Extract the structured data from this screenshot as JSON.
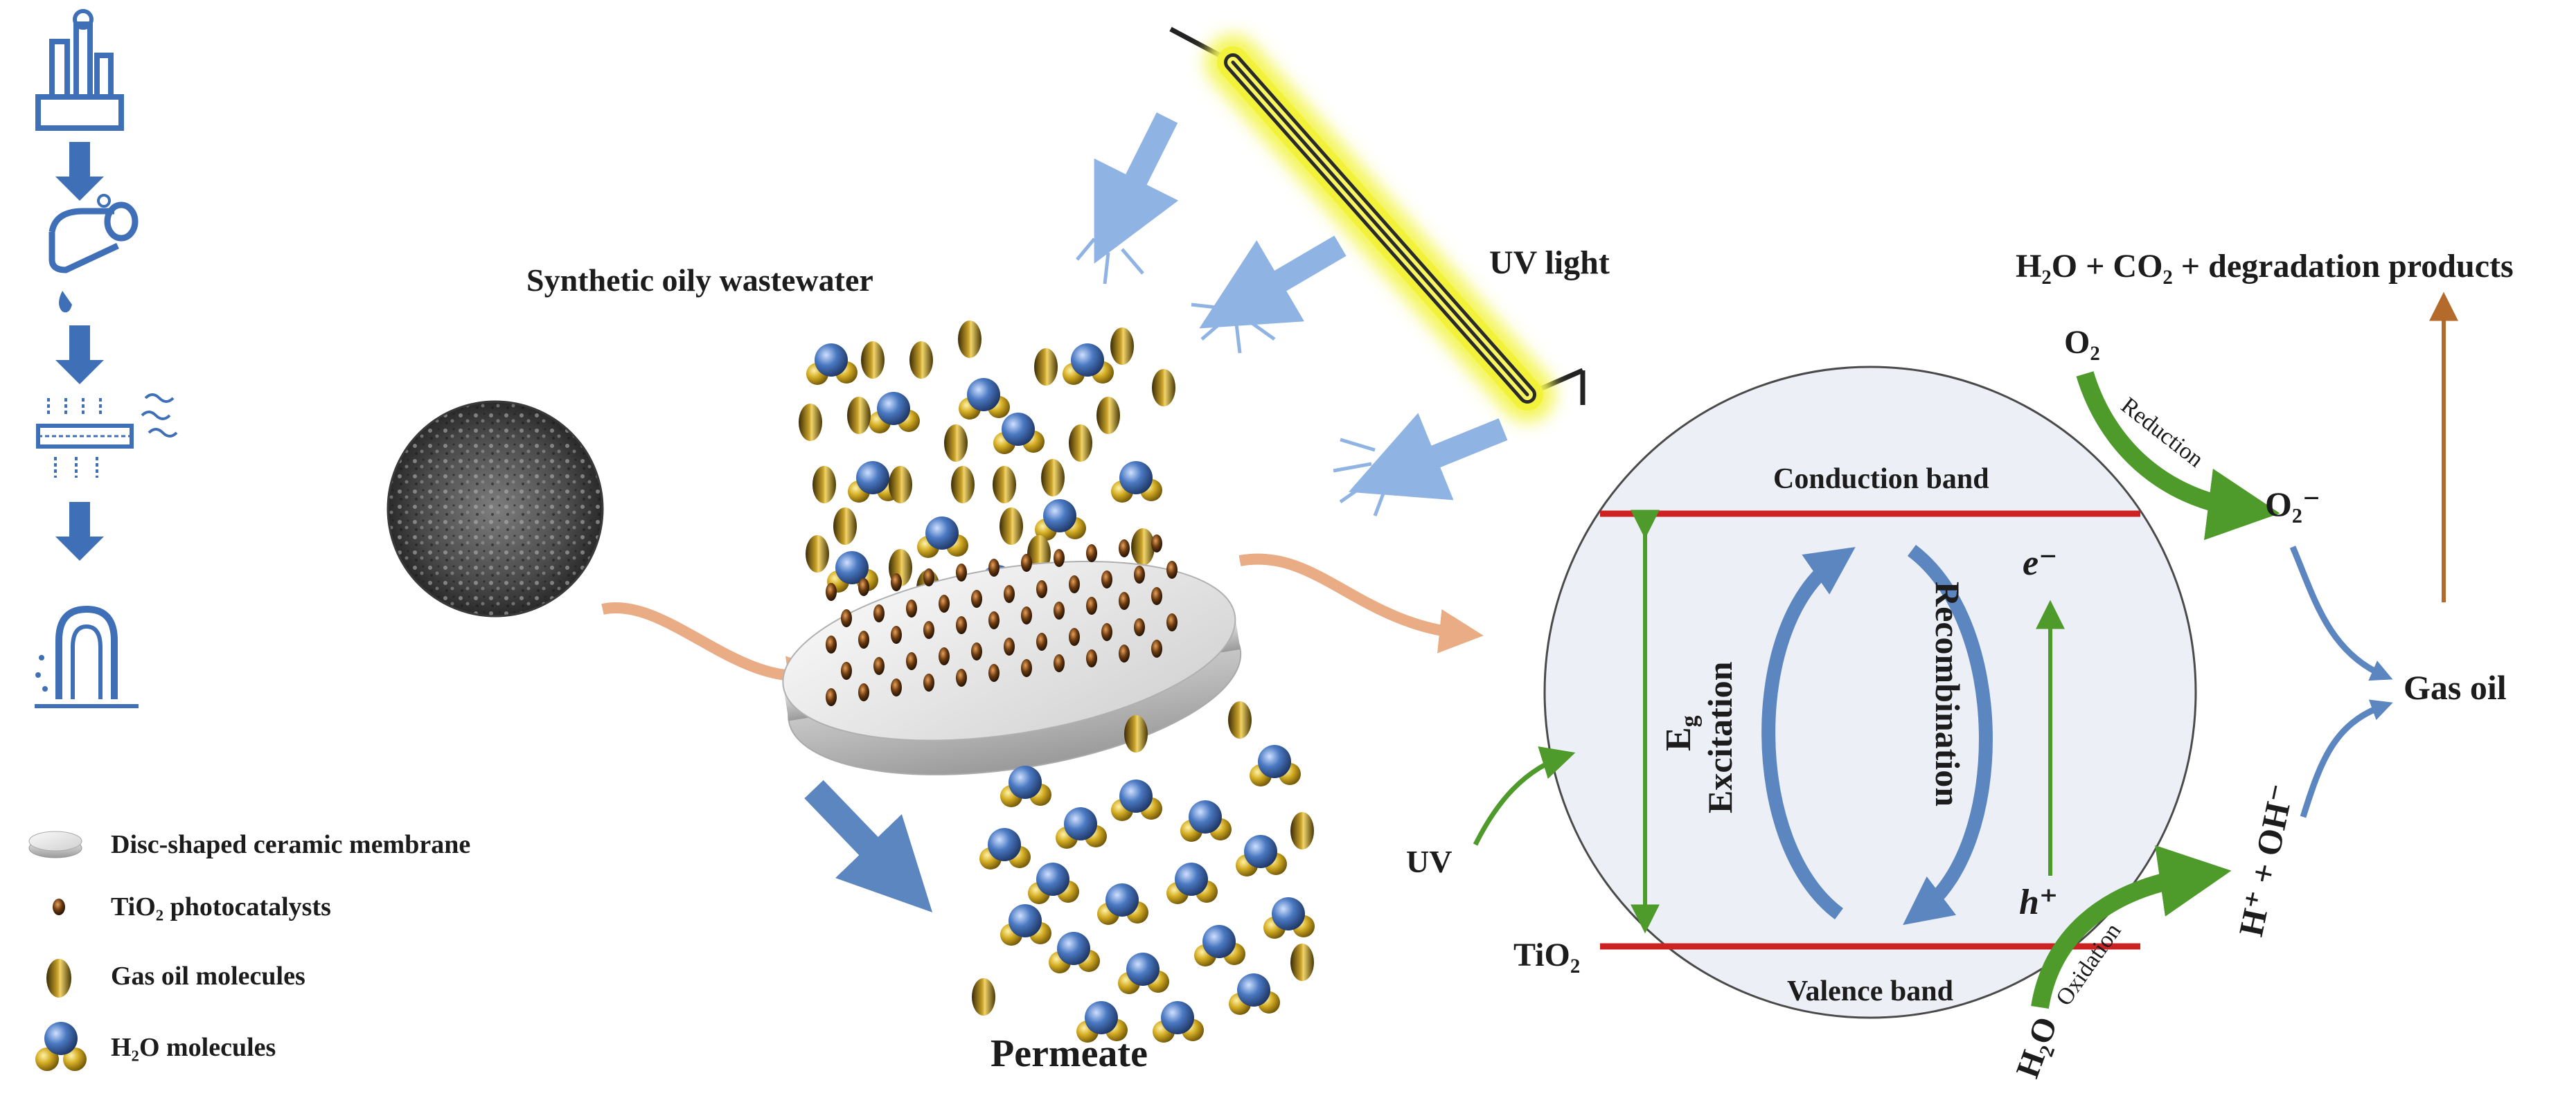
{
  "labels": {
    "synthetic_wastewater": "Synthetic oily wastewater",
    "uv_light": "UV light",
    "permeate": "Permeate",
    "products": "H₂O + CO₂ + degradation products",
    "o2": "O₂",
    "reduction": "Reduction",
    "superoxide": "O₂⁻",
    "conduction_band": "Conduction band",
    "valence_band": "Valence band",
    "electron": "e⁻",
    "hole": "h⁺",
    "excitation": "Excitation",
    "recombination": "Recombination",
    "band_gap": "E",
    "band_gap_sub": "g",
    "uv": "UV",
    "tio2": "TiO₂",
    "gas_oil": "Gas oil",
    "oxidation": "Oxidation",
    "h2o": "H₂O",
    "h_oh": "H⁺ + OH⁻"
  },
  "legend": [
    {
      "symbol": "disc",
      "label": "Disc-shaped ceramic membrane"
    },
    {
      "symbol": "tio2",
      "label": "TiO₂ photocatalysts"
    },
    {
      "symbol": "oil",
      "label": "Gas oil molecules"
    },
    {
      "symbol": "water",
      "label": "H₂O molecules"
    }
  ],
  "colors": {
    "gold": "#c8a21a",
    "blue": "#3f6fb6",
    "arrow_light_blue": "#8fb3e2",
    "arrow_orange": "#e9ac84",
    "band_red": "#cc2222",
    "green": "#4e9a2a",
    "circle_fill": "#eceff6",
    "loop_blue": "#5b86c0",
    "lamp_glow": "#f4f55a",
    "product_arrow": "#b36a2a"
  },
  "icons": [
    "factory-icon",
    "pipe-drop-icon",
    "filter-membrane-icon",
    "faucet-icon"
  ]
}
